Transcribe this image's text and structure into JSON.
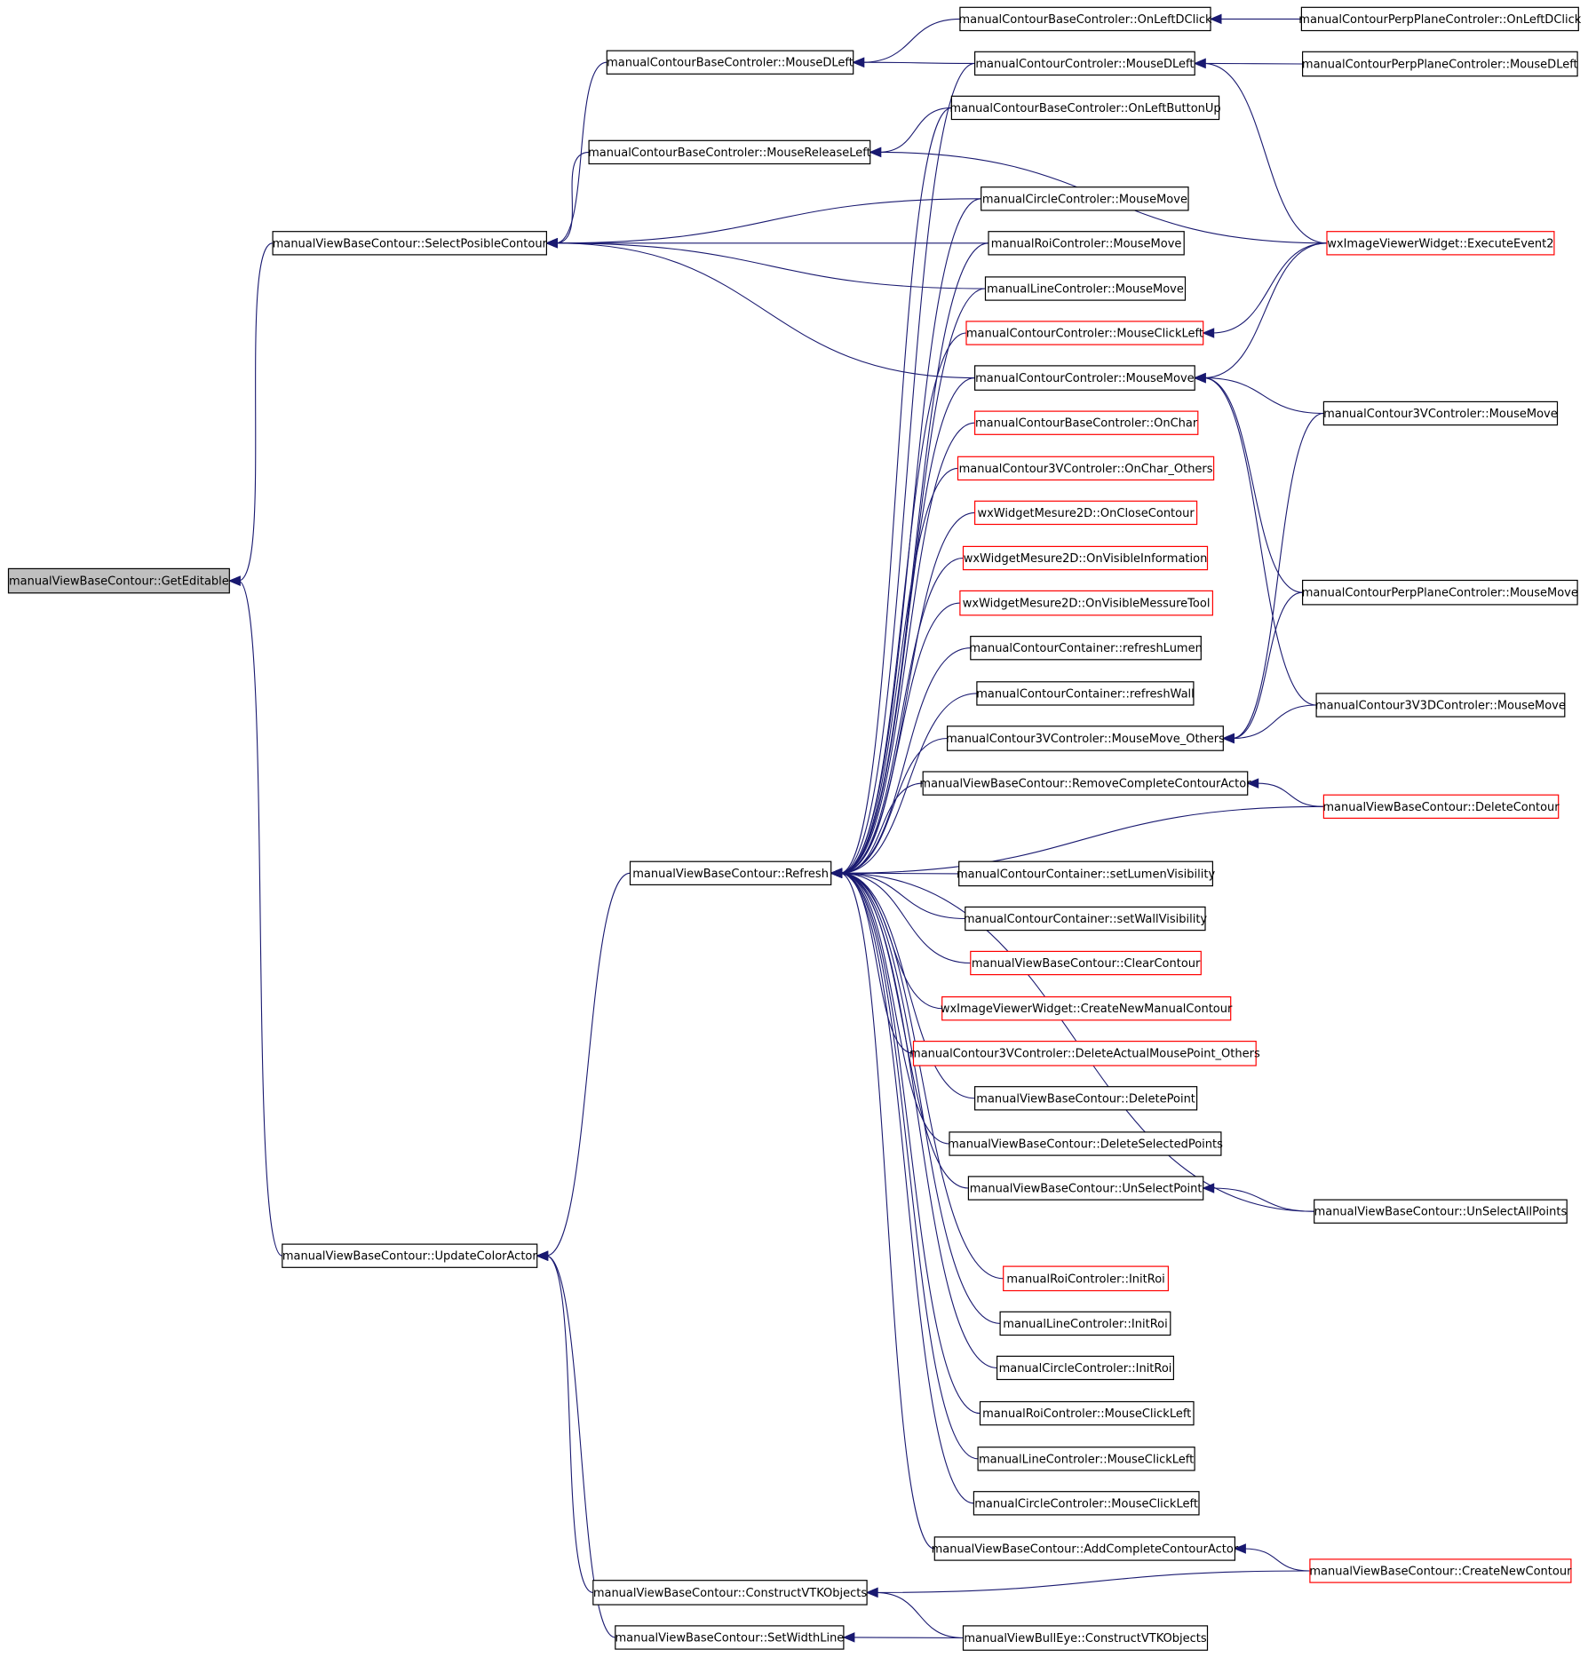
{
  "colors": {
    "edge": "#191970",
    "node_border": "#000000",
    "node_border_linked": "#ff0000",
    "focus_fill": "#bfbfbf",
    "background": "#ffffff"
  },
  "nodes": [
    {
      "id": "getEditable",
      "label": "manualViewBaseContour::GetEditable",
      "style": "focus"
    },
    {
      "id": "selectPosible",
      "label": "manualViewBaseContour::SelectPosibleContour",
      "style": "normal"
    },
    {
      "id": "updateColor",
      "label": "manualViewBaseContour::UpdateColorActor",
      "style": "normal"
    },
    {
      "id": "mouseDLeftBase",
      "label": "manualContourBaseControler::MouseDLeft",
      "style": "normal"
    },
    {
      "id": "mouseReleaseLeft",
      "label": "manualContourBaseControler::MouseReleaseLeft",
      "style": "normal"
    },
    {
      "id": "refresh",
      "label": "manualViewBaseContour::Refresh",
      "style": "normal"
    },
    {
      "id": "constructVTK",
      "label": "manualViewBaseContour::ConstructVTKObjects",
      "style": "normal"
    },
    {
      "id": "setWidthLine",
      "label": "manualViewBaseContour::SetWidthLine",
      "style": "normal"
    },
    {
      "id": "onLeftDClick",
      "label": "manualContourBaseControler::OnLeftDClick",
      "style": "normal"
    },
    {
      "id": "ccMouseDLeft",
      "label": "manualContourControler::MouseDLeft",
      "style": "normal"
    },
    {
      "id": "onLeftButtonUp",
      "label": "manualContourBaseControler::OnLeftButtonUp",
      "style": "normal"
    },
    {
      "id": "circleMouseMove",
      "label": "manualCircleControler::MouseMove",
      "style": "normal"
    },
    {
      "id": "roiMouseMove",
      "label": "manualRoiControler::MouseMove",
      "style": "normal"
    },
    {
      "id": "lineMouseMove",
      "label": "manualLineControler::MouseMove",
      "style": "normal"
    },
    {
      "id": "ccMouseClickLeft",
      "label": "manualContourControler::MouseClickLeft",
      "style": "red"
    },
    {
      "id": "ccMouseMove",
      "label": "manualContourControler::MouseMove",
      "style": "normal"
    },
    {
      "id": "onChar",
      "label": "manualContourBaseControler::OnChar",
      "style": "red"
    },
    {
      "id": "onCharOthers",
      "label": "manualContour3VControler::OnChar_Others",
      "style": "red"
    },
    {
      "id": "onCloseContour",
      "label": "wxWidgetMesure2D::OnCloseContour",
      "style": "red"
    },
    {
      "id": "onVisibleInfo",
      "label": "wxWidgetMesure2D::OnVisibleInformation",
      "style": "red"
    },
    {
      "id": "onVisibleTool",
      "label": "wxWidgetMesure2D::OnVisibleMessureTool",
      "style": "red"
    },
    {
      "id": "refreshLumen",
      "label": "manualContourContainer::refreshLumen",
      "style": "normal"
    },
    {
      "id": "refreshWall",
      "label": "manualContourContainer::refreshWall",
      "style": "normal"
    },
    {
      "id": "mouseMoveOthers",
      "label": "manualContour3VControler::MouseMove_Others",
      "style": "normal"
    },
    {
      "id": "removeComplete",
      "label": "manualViewBaseContour::RemoveCompleteContourActor",
      "style": "normal"
    },
    {
      "id": "setLumenVis",
      "label": "manualContourContainer::setLumenVisibility",
      "style": "normal"
    },
    {
      "id": "setWallVis",
      "label": "manualContourContainer::setWallVisibility",
      "style": "normal"
    },
    {
      "id": "clearContour",
      "label": "manualViewBaseContour::ClearContour",
      "style": "red"
    },
    {
      "id": "createNewManual",
      "label": "wxImageViewerWidget::CreateNewManualContour",
      "style": "red"
    },
    {
      "id": "deleteActualOthers",
      "label": "manualContour3VControler::DeleteActualMousePoint_Others",
      "style": "red"
    },
    {
      "id": "deletePoint",
      "label": "manualViewBaseContour::DeletePoint",
      "style": "normal"
    },
    {
      "id": "deleteSelected",
      "label": "manualViewBaseContour::DeleteSelectedPoints",
      "style": "normal"
    },
    {
      "id": "unSelectPoint",
      "label": "manualViewBaseContour::UnSelectPoint",
      "style": "normal"
    },
    {
      "id": "roiInit",
      "label": "manualRoiControler::InitRoi",
      "style": "red"
    },
    {
      "id": "lineInit",
      "label": "manualLineControler::InitRoi",
      "style": "normal"
    },
    {
      "id": "circleInit",
      "label": "manualCircleControler::InitRoi",
      "style": "normal"
    },
    {
      "id": "roiClick",
      "label": "manualRoiControler::MouseClickLeft",
      "style": "normal"
    },
    {
      "id": "lineClick",
      "label": "manualLineControler::MouseClickLeft",
      "style": "normal"
    },
    {
      "id": "circleClick",
      "label": "manualCircleControler::MouseClickLeft",
      "style": "normal"
    },
    {
      "id": "addComplete",
      "label": "manualViewBaseContour::AddCompleteContourActor",
      "style": "normal"
    },
    {
      "id": "bullEyeConstruct",
      "label": "manualViewBullEye::ConstructVTKObjects",
      "style": "normal"
    },
    {
      "id": "perpOnLeftDClick",
      "label": "manualContourPerpPlaneControler::OnLeftDClick",
      "style": "normal"
    },
    {
      "id": "perpMouseDLeft",
      "label": "manualContourPerpPlaneControler::MouseDLeft",
      "style": "normal"
    },
    {
      "id": "executeEvent2",
      "label": "wxImageViewerWidget::ExecuteEvent2",
      "style": "red"
    },
    {
      "id": "c3vMouseMove",
      "label": "manualContour3VControler::MouseMove",
      "style": "normal"
    },
    {
      "id": "perpMouseMove",
      "label": "manualContourPerpPlaneControler::MouseMove",
      "style": "normal"
    },
    {
      "id": "c3v3dMouseMove",
      "label": "manualContour3V3DControler::MouseMove",
      "style": "normal"
    },
    {
      "id": "deleteContour",
      "label": "manualViewBaseContour::DeleteContour",
      "style": "red"
    },
    {
      "id": "unSelectAll",
      "label": "manualViewBaseContour::UnSelectAllPoints",
      "style": "normal"
    },
    {
      "id": "createNewContour",
      "label": "manualViewBaseContour::CreateNewContour",
      "style": "red"
    }
  ],
  "edges": [
    {
      "from": "selectPosible",
      "to": "getEditable"
    },
    {
      "from": "updateColor",
      "to": "getEditable"
    },
    {
      "from": "mouseDLeftBase",
      "to": "selectPosible"
    },
    {
      "from": "mouseReleaseLeft",
      "to": "selectPosible"
    },
    {
      "from": "circleMouseMove",
      "to": "selectPosible"
    },
    {
      "from": "roiMouseMove",
      "to": "selectPosible"
    },
    {
      "from": "lineMouseMove",
      "to": "selectPosible"
    },
    {
      "from": "ccMouseMove",
      "to": "selectPosible"
    },
    {
      "from": "refresh",
      "to": "updateColor"
    },
    {
      "from": "constructVTK",
      "to": "updateColor"
    },
    {
      "from": "setWidthLine",
      "to": "updateColor"
    },
    {
      "from": "onLeftDClick",
      "to": "mouseDLeftBase"
    },
    {
      "from": "ccMouseDLeft",
      "to": "mouseDLeftBase"
    },
    {
      "from": "onLeftButtonUp",
      "to": "mouseReleaseLeft"
    },
    {
      "from": "executeEvent2",
      "to": "mouseReleaseLeft"
    },
    {
      "from": "ccMouseDLeft",
      "to": "refresh"
    },
    {
      "from": "onLeftButtonUp",
      "to": "refresh"
    },
    {
      "from": "circleMouseMove",
      "to": "refresh"
    },
    {
      "from": "roiMouseMove",
      "to": "refresh"
    },
    {
      "from": "lineMouseMove",
      "to": "refresh"
    },
    {
      "from": "ccMouseClickLeft",
      "to": "refresh"
    },
    {
      "from": "ccMouseMove",
      "to": "refresh"
    },
    {
      "from": "onChar",
      "to": "refresh"
    },
    {
      "from": "onCharOthers",
      "to": "refresh"
    },
    {
      "from": "onCloseContour",
      "to": "refresh"
    },
    {
      "from": "onVisibleInfo",
      "to": "refresh"
    },
    {
      "from": "onVisibleTool",
      "to": "refresh"
    },
    {
      "from": "refreshLumen",
      "to": "refresh"
    },
    {
      "from": "refreshWall",
      "to": "refresh"
    },
    {
      "from": "mouseMoveOthers",
      "to": "refresh"
    },
    {
      "from": "removeComplete",
      "to": "refresh"
    },
    {
      "from": "deleteContour",
      "to": "refresh"
    },
    {
      "from": "setLumenVis",
      "to": "refresh"
    },
    {
      "from": "setWallVis",
      "to": "refresh"
    },
    {
      "from": "clearContour",
      "to": "refresh"
    },
    {
      "from": "createNewManual",
      "to": "refresh"
    },
    {
      "from": "deleteActualOthers",
      "to": "refresh"
    },
    {
      "from": "deletePoint",
      "to": "refresh"
    },
    {
      "from": "deleteSelected",
      "to": "refresh"
    },
    {
      "from": "unSelectPoint",
      "to": "refresh"
    },
    {
      "from": "unSelectAll",
      "to": "refresh"
    },
    {
      "from": "roiInit",
      "to": "refresh"
    },
    {
      "from": "lineInit",
      "to": "refresh"
    },
    {
      "from": "circleInit",
      "to": "refresh"
    },
    {
      "from": "roiClick",
      "to": "refresh"
    },
    {
      "from": "lineClick",
      "to": "refresh"
    },
    {
      "from": "circleClick",
      "to": "refresh"
    },
    {
      "from": "addComplete",
      "to": "refresh"
    },
    {
      "from": "createNewContour",
      "to": "constructVTK"
    },
    {
      "from": "bullEyeConstruct",
      "to": "constructVTK"
    },
    {
      "from": "bullEyeConstruct",
      "to": "setWidthLine"
    },
    {
      "from": "perpOnLeftDClick",
      "to": "onLeftDClick"
    },
    {
      "from": "perpMouseDLeft",
      "to": "ccMouseDLeft"
    },
    {
      "from": "executeEvent2",
      "to": "ccMouseDLeft"
    },
    {
      "from": "executeEvent2",
      "to": "ccMouseClickLeft"
    },
    {
      "from": "executeEvent2",
      "to": "ccMouseMove"
    },
    {
      "from": "c3vMouseMove",
      "to": "ccMouseMove"
    },
    {
      "from": "perpMouseMove",
      "to": "ccMouseMove"
    },
    {
      "from": "c3v3dMouseMove",
      "to": "ccMouseMove"
    },
    {
      "from": "c3vMouseMove",
      "to": "mouseMoveOthers"
    },
    {
      "from": "perpMouseMove",
      "to": "mouseMoveOthers"
    },
    {
      "from": "c3v3dMouseMove",
      "to": "mouseMoveOthers"
    },
    {
      "from": "deleteContour",
      "to": "removeComplete"
    },
    {
      "from": "unSelectAll",
      "to": "unSelectPoint"
    },
    {
      "from": "createNewContour",
      "to": "addComplete"
    }
  ]
}
